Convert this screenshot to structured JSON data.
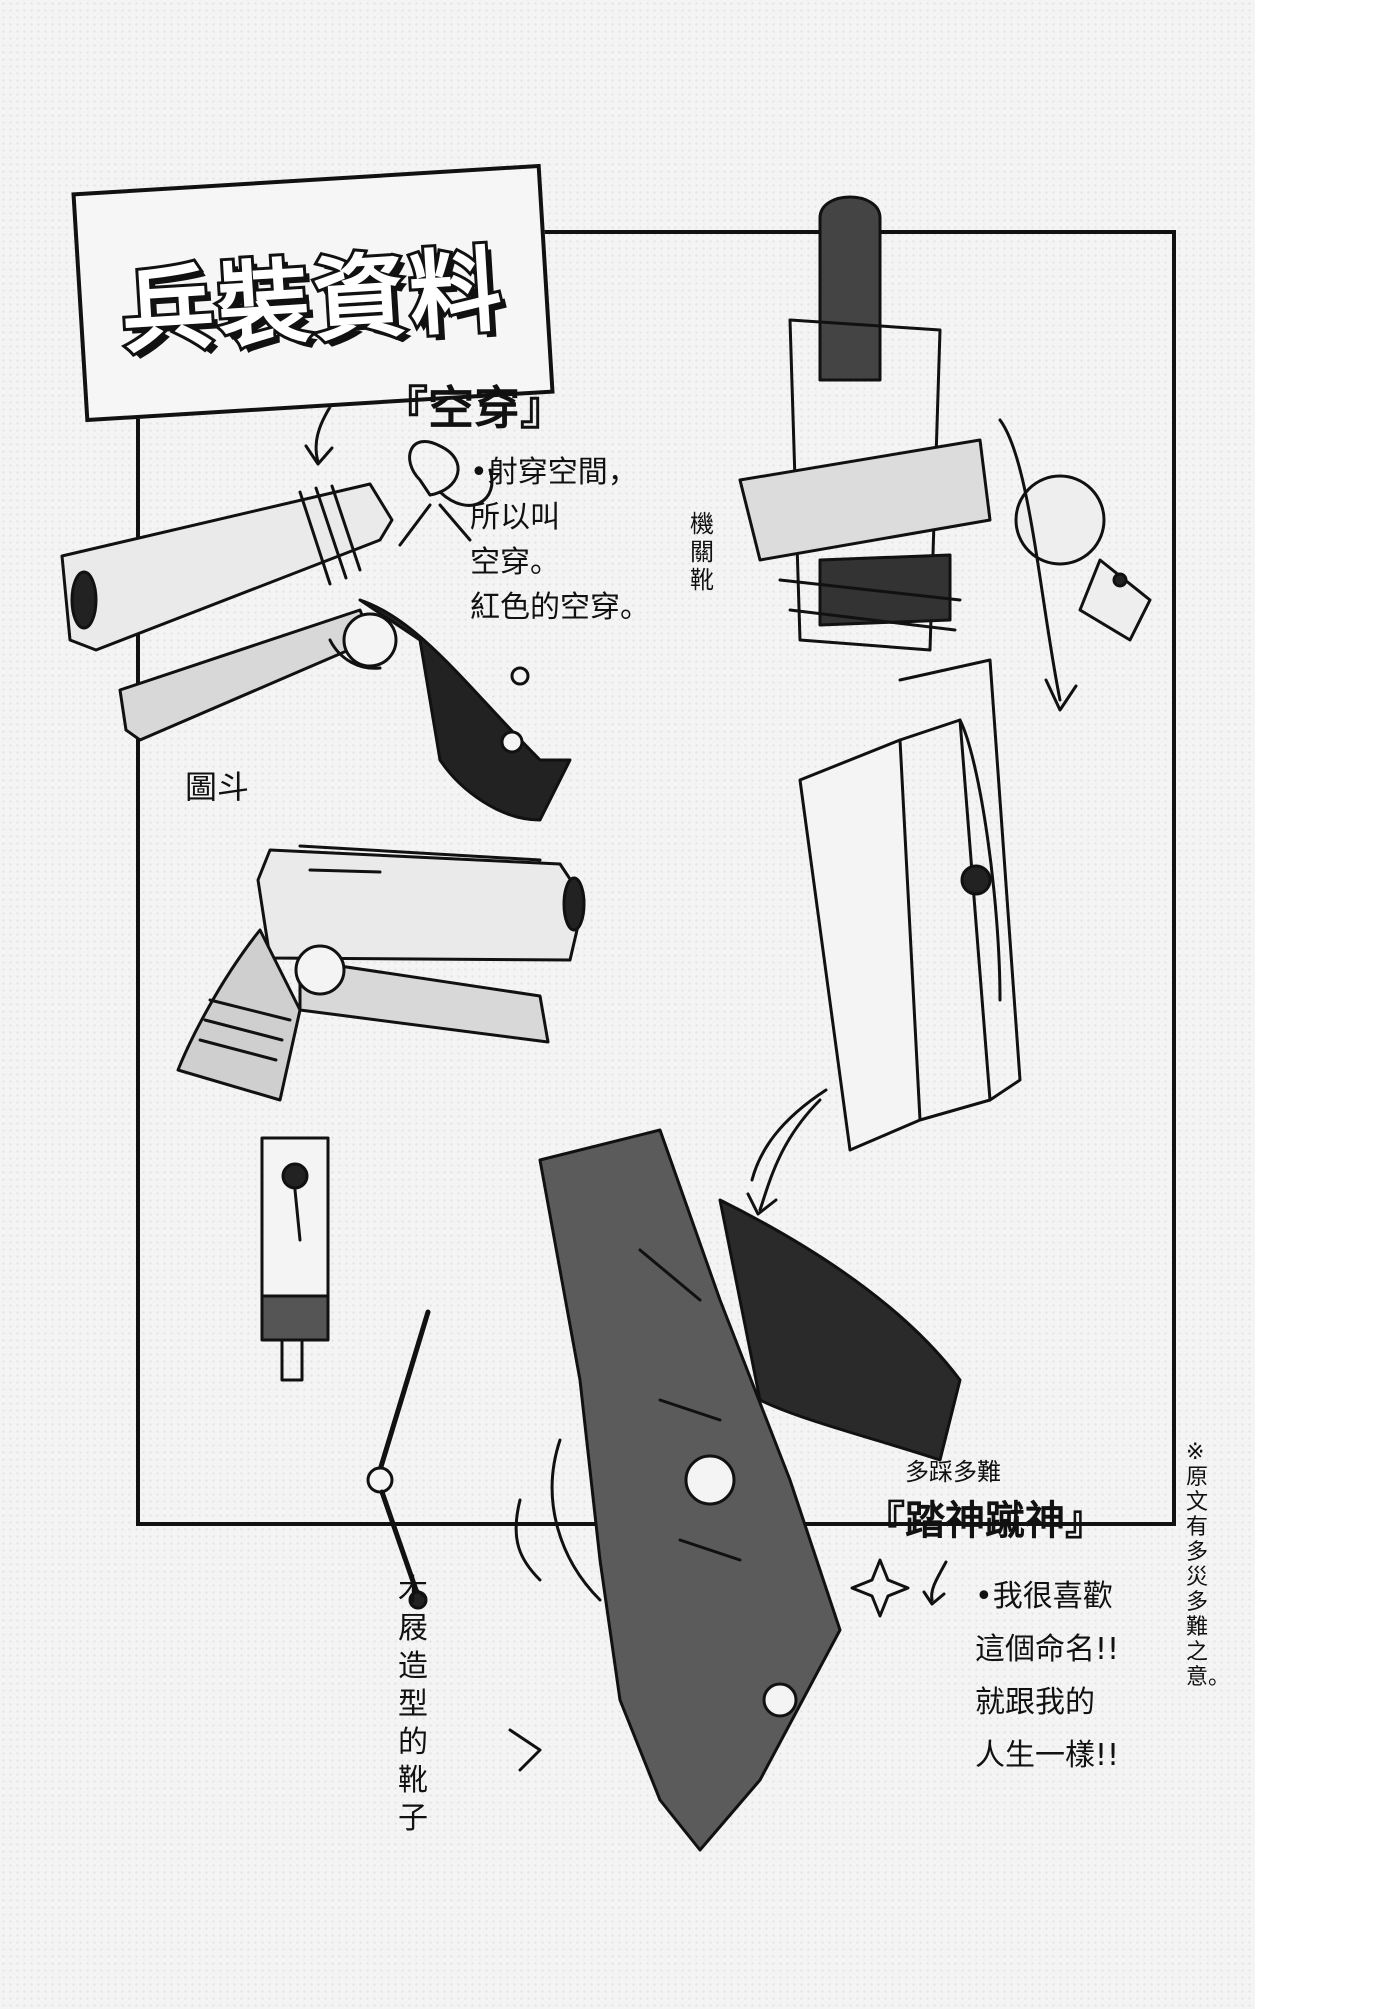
{
  "title": "兵裝資料",
  "weapons": {
    "kongchuan": {
      "name": "『空穿』",
      "note": "•射穿空間，\n所以叫\n空穿。\n紅色的空穿。"
    },
    "mechanical_boot_label": "機關靴",
    "figure_label": "圖斗",
    "tashen": {
      "small_label": "多踩多難",
      "name": "『踏神蹴神』",
      "note": "•我很喜歡\n這個命名!!\n就跟我的\n人生一樣!!"
    },
    "clog_boot_label": "木屐造型的靴子"
  },
  "footnote": "※原文有多災多難之意。"
}
